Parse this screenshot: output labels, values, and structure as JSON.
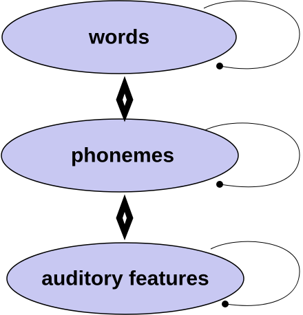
{
  "diagram": {
    "node_fill": "#c8c8f2",
    "nodes": [
      {
        "id": "words",
        "label": "words"
      },
      {
        "id": "phonemes",
        "label": "phonemes"
      },
      {
        "id": "auditory",
        "label": "auditory features"
      }
    ],
    "edges": [
      {
        "from": "words",
        "to": "phonemes",
        "type": "bidirectional"
      },
      {
        "from": "phonemes",
        "to": "auditory",
        "type": "bidirectional"
      },
      {
        "from": "words",
        "to": "words",
        "type": "self-loop"
      },
      {
        "from": "phonemes",
        "to": "phonemes",
        "type": "self-loop"
      },
      {
        "from": "auditory",
        "to": "auditory",
        "type": "self-loop"
      }
    ]
  }
}
